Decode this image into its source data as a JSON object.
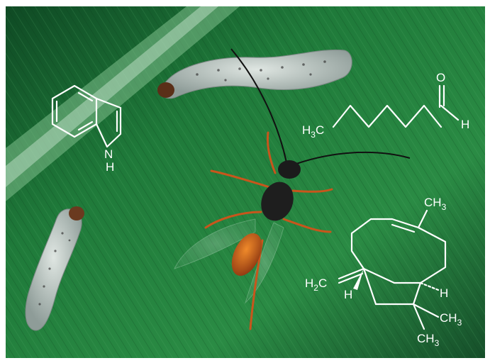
{
  "colors": {
    "leaf_dark": "#0f4a24",
    "leaf_mid": "#1f7a3a",
    "leaf_light": "#3f9a56",
    "midrib": "#8fc79a",
    "larva_body": "#b9c3bf",
    "larva_head": "#6a3a1f",
    "wasp_thorax": "#1b1b1b",
    "wasp_abdomen": "#d86a1a",
    "wasp_legs": "#c8561c",
    "structure_lines": "#ffffff"
  },
  "molecules": {
    "indole": {
      "nh": "N",
      "nh_h": "H"
    },
    "hexanal": {
      "ch3_left": "H",
      "ch3_sub": "3",
      "ch3_right": "C",
      "oxygen": "O",
      "aldehyde_h": "H"
    },
    "caryophyllene": {
      "top_methyl": "CH",
      "top_methyl_sub": "3",
      "methylene_h": "H",
      "methylene_sub": "2",
      "methylene_c": "C",
      "left_h": "H",
      "right_h": "H",
      "methyl_1": "CH",
      "methyl_1_sub": "3",
      "methyl_2": "CH",
      "methyl_2_sub": "3"
    }
  }
}
